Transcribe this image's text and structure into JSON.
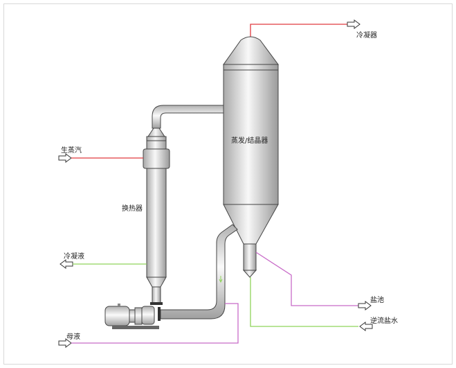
{
  "labels": {
    "condenser": "冷凝器",
    "evaporator": "蒸发/结晶器",
    "live_steam": "生蒸汽",
    "heat_exchanger": "换热器",
    "condensate": "冷凝液",
    "mother_liquor": "母液",
    "salt_pool": "盐池",
    "counterflow_brine": "逆流盐水"
  },
  "colors": {
    "steam_line": "#e0393e",
    "condensate_line": "#8fd45a",
    "liquor_line": "#c86bc8",
    "equipment": "#d9d9d9"
  }
}
